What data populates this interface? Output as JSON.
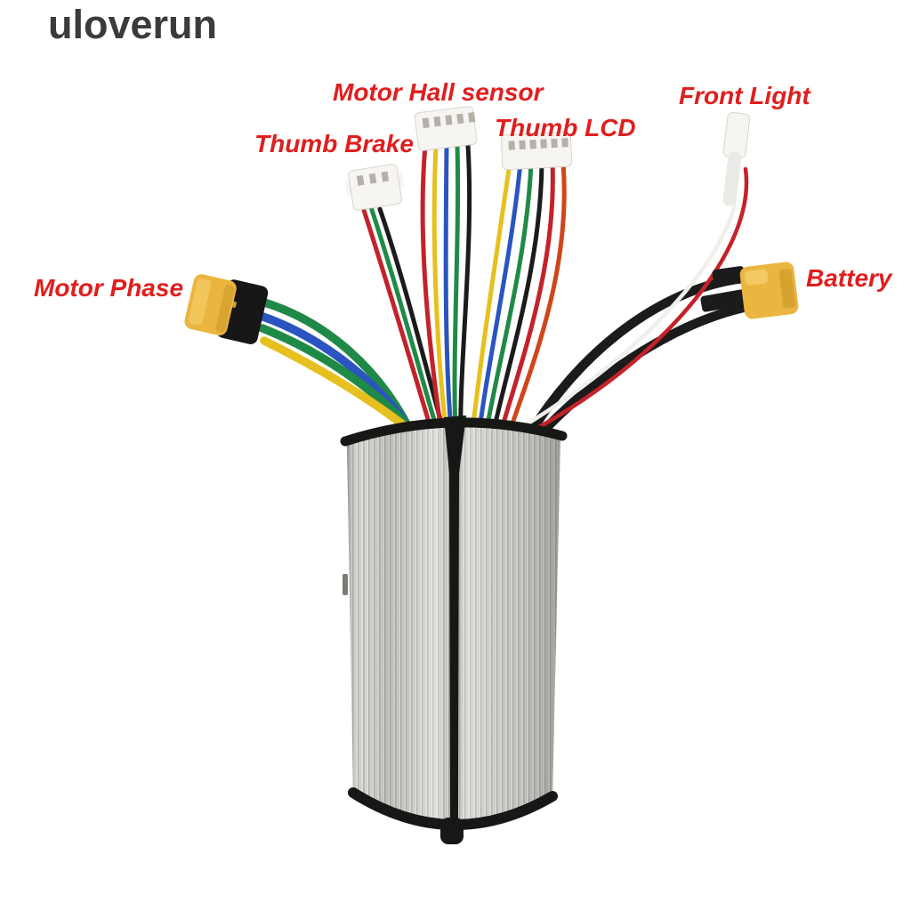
{
  "watermark": {
    "text": "uloverun",
    "color": "#3b3b3b"
  },
  "label_color": "#e01e1e",
  "harness": {
    "motor_phase": {
      "label": "Motor Phase",
      "connector": "xt60-yellow-with-black-backshell",
      "wire_colors": [
        "green",
        "blue",
        "green",
        "yellow"
      ]
    },
    "thumb_brake": {
      "label": "Thumb Brake",
      "connector": "jst-white-3pin",
      "wire_colors": [
        "red",
        "green",
        "black"
      ]
    },
    "motor_hall": {
      "label": "Motor Hall sensor",
      "connector": "jst-white-5pin",
      "wire_colors": [
        "red",
        "yellow",
        "blue",
        "green",
        "black"
      ]
    },
    "thumb_lcd": {
      "label": "Thumb LCD",
      "connector": "jst-white-6pin",
      "wire_colors": [
        "yellow",
        "blue",
        "green",
        "black",
        "red",
        "red"
      ]
    },
    "front_light": {
      "label": "Front Light",
      "connector": "white-2pin-bullet",
      "wire_colors": [
        "white",
        "red"
      ]
    },
    "battery": {
      "label": "Battery",
      "connector": "xt60-yellow",
      "wire_colors": [
        "black",
        "black"
      ]
    }
  },
  "palette": {
    "wire_red": "#c4222a",
    "wire_red_orange": "#d0451c",
    "wire_yellow": "#e6c01f",
    "wire_green": "#1f8a47",
    "wire_blue": "#2a55c0",
    "wire_black": "#1b1b1b",
    "wire_white": "#f1efec",
    "connector_white": "#f7f5f1",
    "connector_slot": "#b5b1a9",
    "xt60_yellow": "#eab640",
    "xt60_shadow": "#c79322",
    "xt60_highlight": "#f5d06e",
    "trim_black": "#171715",
    "backshell_black": "#161616"
  }
}
